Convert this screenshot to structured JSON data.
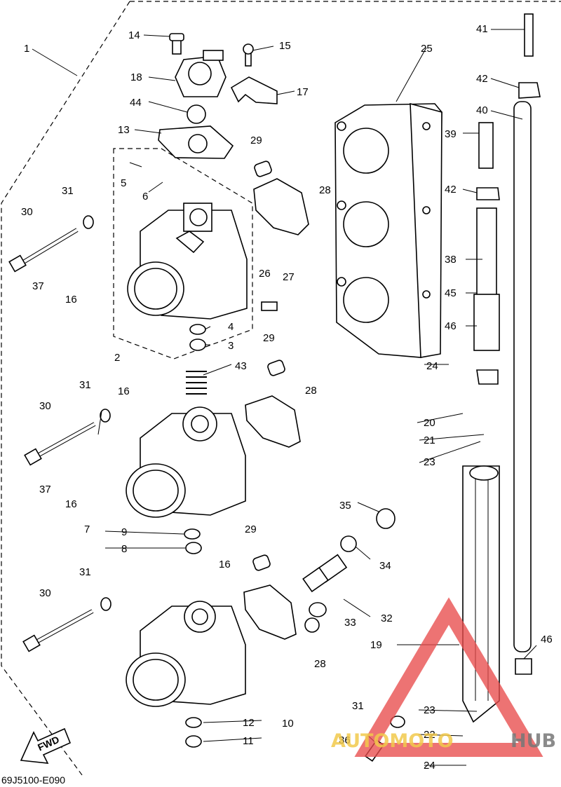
{
  "diagram_code": "69J5100-E090",
  "fwd_label": "FWD",
  "watermark": {
    "left": "AUTOMOTO",
    "right": "HUB",
    "color": "#e84b4b"
  },
  "callouts": [
    {
      "id": "1",
      "text": "1"
    },
    {
      "id": "2",
      "text": "2"
    },
    {
      "id": "3",
      "text": "3"
    },
    {
      "id": "4",
      "text": "4"
    },
    {
      "id": "5",
      "text": "5"
    },
    {
      "id": "6",
      "text": "6"
    },
    {
      "id": "7",
      "text": "7"
    },
    {
      "id": "8",
      "text": "8"
    },
    {
      "id": "9",
      "text": "9"
    },
    {
      "id": "10",
      "text": "10"
    },
    {
      "id": "11",
      "text": "11"
    },
    {
      "id": "12",
      "text": "12"
    },
    {
      "id": "13",
      "text": "13"
    },
    {
      "id": "14",
      "text": "14"
    },
    {
      "id": "15",
      "text": "15"
    },
    {
      "id": "16a",
      "text": "16"
    },
    {
      "id": "16b",
      "text": "16"
    },
    {
      "id": "16c",
      "text": "16"
    },
    {
      "id": "16d",
      "text": "16"
    },
    {
      "id": "17",
      "text": "17"
    },
    {
      "id": "18",
      "text": "18"
    },
    {
      "id": "19",
      "text": "19"
    },
    {
      "id": "20",
      "text": "20"
    },
    {
      "id": "21",
      "text": "21"
    },
    {
      "id": "22",
      "text": "22"
    },
    {
      "id": "23a",
      "text": "23"
    },
    {
      "id": "23b",
      "text": "23"
    },
    {
      "id": "24a",
      "text": "24"
    },
    {
      "id": "24b",
      "text": "24"
    },
    {
      "id": "25",
      "text": "25"
    },
    {
      "id": "26",
      "text": "26"
    },
    {
      "id": "27",
      "text": "27"
    },
    {
      "id": "28a",
      "text": "28"
    },
    {
      "id": "28b",
      "text": "28"
    },
    {
      "id": "28c",
      "text": "28"
    },
    {
      "id": "29a",
      "text": "29"
    },
    {
      "id": "29b",
      "text": "29"
    },
    {
      "id": "29c",
      "text": "29"
    },
    {
      "id": "30a",
      "text": "30"
    },
    {
      "id": "30b",
      "text": "30"
    },
    {
      "id": "30c",
      "text": "30"
    },
    {
      "id": "31a",
      "text": "31"
    },
    {
      "id": "31b",
      "text": "31"
    },
    {
      "id": "31c",
      "text": "31"
    },
    {
      "id": "31d",
      "text": "31"
    },
    {
      "id": "32",
      "text": "32"
    },
    {
      "id": "33",
      "text": "33"
    },
    {
      "id": "34",
      "text": "34"
    },
    {
      "id": "35",
      "text": "35"
    },
    {
      "id": "36",
      "text": "36"
    },
    {
      "id": "37a",
      "text": "37"
    },
    {
      "id": "37b",
      "text": "37"
    },
    {
      "id": "38",
      "text": "38"
    },
    {
      "id": "39",
      "text": "39"
    },
    {
      "id": "40",
      "text": "40"
    },
    {
      "id": "41",
      "text": "41"
    },
    {
      "id": "42a",
      "text": "42"
    },
    {
      "id": "42b",
      "text": "42"
    },
    {
      "id": "43",
      "text": "43"
    },
    {
      "id": "44",
      "text": "44"
    },
    {
      "id": "45",
      "text": "45"
    },
    {
      "id": "46a",
      "text": "46"
    },
    {
      "id": "46b",
      "text": "46"
    }
  ]
}
